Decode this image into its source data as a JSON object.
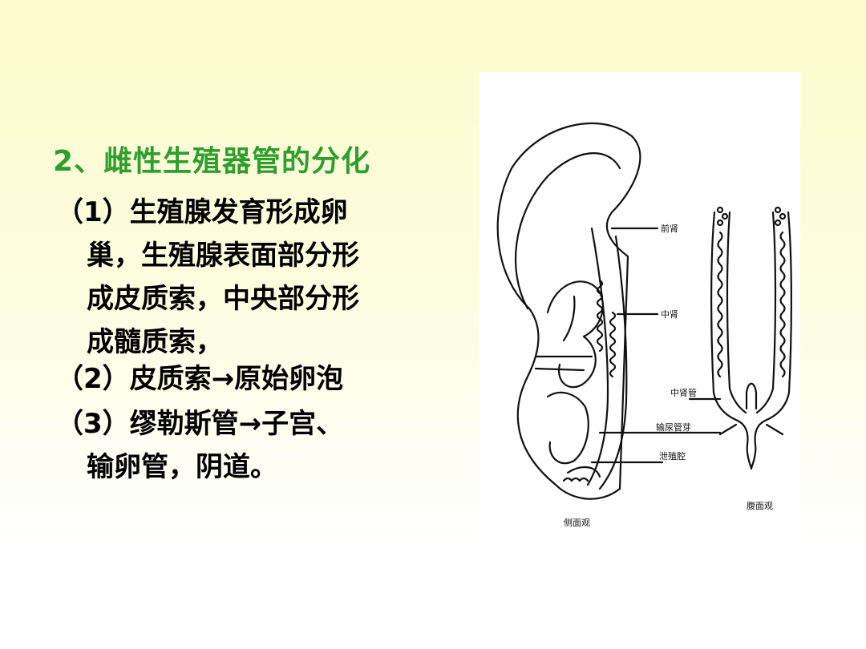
{
  "title": "2、雌性生殖器管的分化",
  "items": [
    {
      "lines": [
        "（1）生殖腺发育形成卵",
        "巢，生殖腺表面部分形",
        "成皮质索，中央部分形",
        "成髓质索，"
      ]
    },
    {
      "lines": [
        "（2）皮质索→原始卵泡"
      ]
    },
    {
      "lines": [
        "（3）缪勒斯管→子宫、",
        "输卵管，阴道。"
      ]
    }
  ],
  "figure": {
    "labels": {
      "pronephros": "前肾",
      "mesonephros": "中肾",
      "mesonephric_duct": "中肾管",
      "ureteric_bud": "输尿管芽",
      "cloaca": "泄殖腔",
      "lateral_view": "侧面观",
      "ventral_view": "腹面观"
    }
  }
}
